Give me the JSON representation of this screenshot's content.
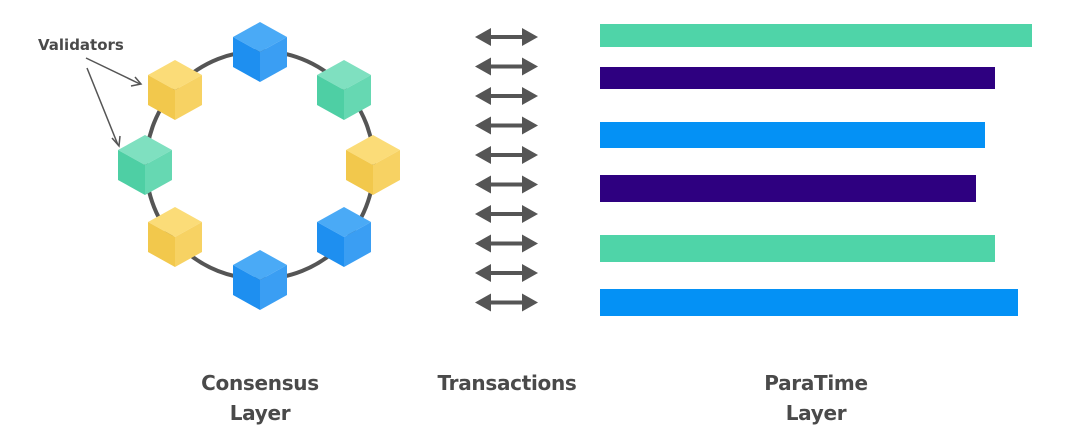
{
  "annotation": {
    "validators_label": "Validators"
  },
  "captions": {
    "consensus_line1": "Consensus",
    "consensus_line2": "Layer",
    "transactions": "Transactions",
    "paratime_line1": "ParaTime",
    "paratime_line2": "Layer"
  },
  "validator_colors": [
    "blue",
    "green",
    "yellow",
    "blue",
    "blue",
    "yellow",
    "green",
    "yellow"
  ],
  "paratime_bar_colors": [
    "green",
    "purple",
    "blue",
    "purple",
    "green",
    "blue"
  ],
  "palette": {
    "blue": [
      "#4aaaf6",
      "#1e8ff0",
      "#3a9ef3"
    ],
    "green": [
      "#7fe0c0",
      "#4ecfa4",
      "#66d8b2"
    ],
    "yellow": [
      "#fbdc78",
      "#f2c84c",
      "#f7d263"
    ],
    "bar_green": "#4fd4a8",
    "bar_purple": "#2e0080",
    "bar_blue": "#0491f5",
    "ink": "#555555"
  },
  "transaction_arrow_count": 10
}
